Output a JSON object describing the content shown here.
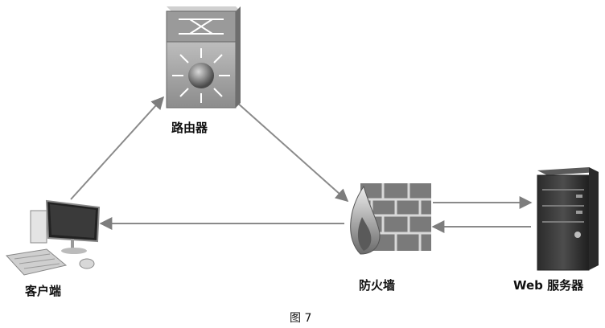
{
  "nodes": {
    "router": {
      "label": "路由器",
      "icon": "router-icon"
    },
    "client": {
      "label": "客户端",
      "icon": "computer-icon"
    },
    "firewall": {
      "label": "防火墙",
      "icon": "firewall-icon"
    },
    "server": {
      "label": "Web 服务器",
      "icon": "server-icon"
    }
  },
  "caption": "图 7",
  "colors": {
    "edge": "#8a8a8a",
    "device_dark": "#555555",
    "device_light": "#b5b5b5"
  }
}
